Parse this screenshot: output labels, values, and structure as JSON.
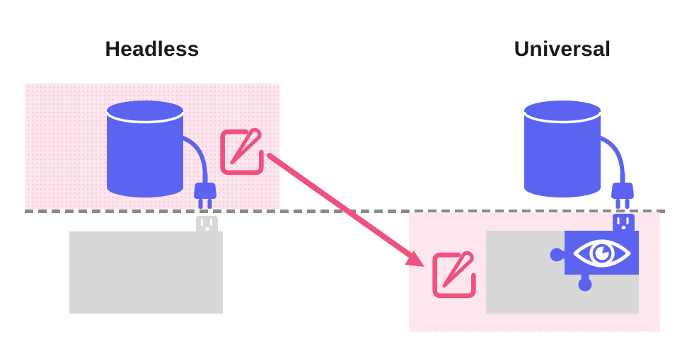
{
  "diagram": {
    "left": {
      "title": "Headless",
      "icons": [
        "database-icon",
        "power-cable",
        "power-plug-icon",
        "edit-icon",
        "power-socket-icon",
        "presentation-box"
      ]
    },
    "right": {
      "title": "Universal",
      "icons": [
        "database-icon",
        "power-cable",
        "power-plug-icon",
        "edit-icon",
        "power-socket-icon",
        "presentation-box",
        "puzzle-piece-icon",
        "eye-icon"
      ]
    },
    "divider": "dashed-separator-line",
    "arrow": "edit-moves-below-the-line"
  },
  "colors": {
    "blue": "#5c63f1",
    "pink": "#f0517e",
    "pink_bg": "#fde6ee",
    "pink_dot": "#f7cadd",
    "gray_box": "#d8d8d8",
    "divider": "#8a8a8a",
    "text": "#1a1a1a"
  }
}
